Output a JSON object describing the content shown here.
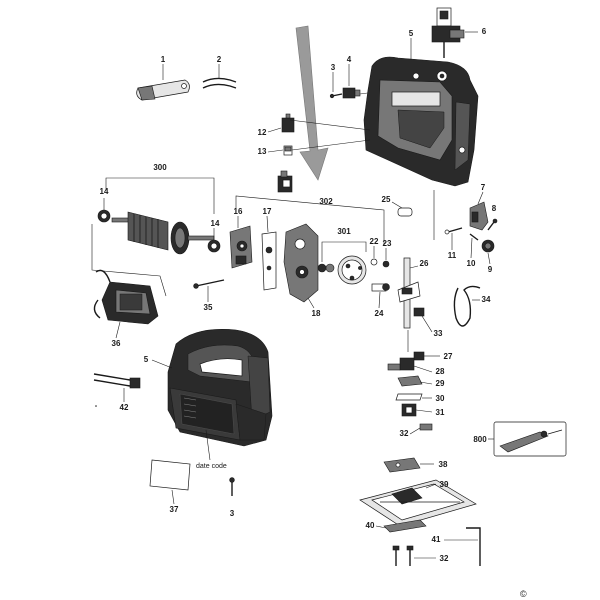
{
  "labels": {
    "p1": "1",
    "p2": "2",
    "p3a": "3",
    "p3b": "3",
    "p4": "4",
    "p5a": "5",
    "p5b": "5",
    "p6": "6",
    "p7": "7",
    "p8": "8",
    "p9": "9",
    "p10": "10",
    "p11": "11",
    "p12": "12",
    "p13": "13",
    "p14a": "14",
    "p14b": "14",
    "p16": "16",
    "p17": "17",
    "p18": "18",
    "p22": "22",
    "p23": "23",
    "p24": "24",
    "p25": "25",
    "p26": "26",
    "p27": "27",
    "p28": "28",
    "p29": "29",
    "p30": "30",
    "p31": "31",
    "p32a": "32",
    "p32b": "32",
    "p33": "33",
    "p34": "34",
    "p35": "35",
    "p36": "36",
    "p37": "37",
    "p38": "38",
    "p39": "39",
    "p40": "40",
    "p41": "41",
    "p42": "42",
    "p300": "300",
    "p301": "301",
    "p302": "302",
    "p800": "800"
  },
  "annotations": {
    "date_code": "date code",
    "copyright": "©"
  },
  "colors": {
    "ink": "#1a1a1a",
    "housing": "#2a2a2a",
    "arrow": "#777777"
  }
}
